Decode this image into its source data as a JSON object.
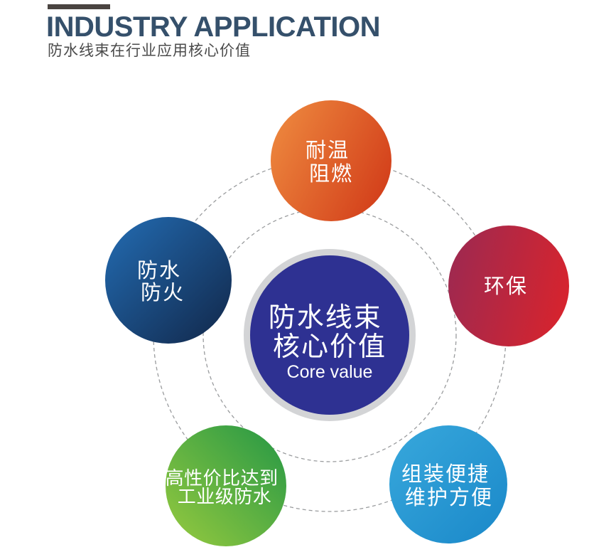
{
  "header": {
    "accent_bar_color": "#4a4441",
    "title": "INDUSTRY APPLICATION",
    "title_color": "#35506b",
    "subtitle": "防水线束在行业应用核心价值",
    "subtitle_color": "#4b4b4b"
  },
  "diagram": {
    "rings": {
      "color": "#9a9c9e",
      "style": "dashed",
      "count": 2
    },
    "center": {
      "line1": "防水线束",
      "line2": "核心价值",
      "line3": "Core value",
      "fill_color": "#2e3192",
      "ring_color": "#d3d4d6",
      "text_color": "#ffffff"
    },
    "satellites": [
      {
        "name": "temperature-flame-resist",
        "line1": "耐温",
        "line2": "阻燃",
        "color_from": "#ee8a3f",
        "color_to": "#d4421c"
      },
      {
        "name": "waterproof-fireproof",
        "line1": "防水",
        "line2": "防火",
        "color_from": "#2269ae",
        "color_to": "#122a4e"
      },
      {
        "name": "eco-friendly",
        "line1": "环保",
        "line2": "",
        "color_from": "#9e2950",
        "color_to": "#d6242e"
      },
      {
        "name": "cost-effective",
        "line1": "高性价比达到",
        "line2": "工业级防水",
        "color_from": "#2f9c45",
        "color_to": "#8cc53f"
      },
      {
        "name": "easy-assembly-maintain",
        "line1": "组装便捷",
        "line2": "维护方便",
        "color_from": "#38a8dc",
        "color_to": "#1a88c9"
      }
    ]
  }
}
